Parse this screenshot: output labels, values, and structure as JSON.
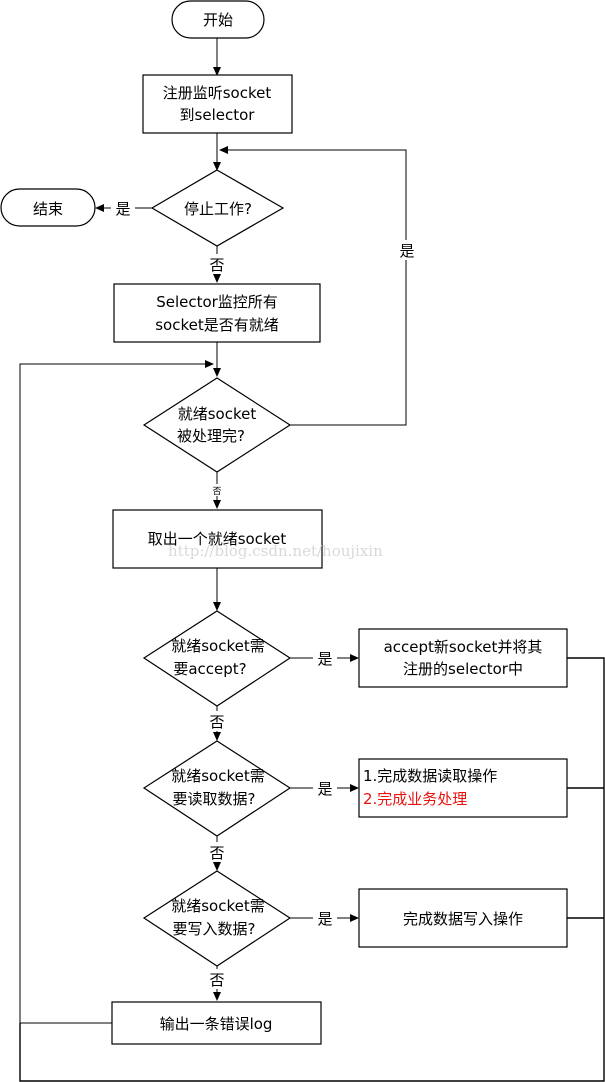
{
  "nodes": {
    "start": "开始",
    "register": [
      "注册监听socket",
      "到selector"
    ],
    "end": "结束",
    "stop_check": "停止工作?",
    "monitor": [
      "Selector监控所有",
      "socket是否有就绪"
    ],
    "processed_check": [
      "就绪socket",
      "被处理完?"
    ],
    "take_one": "取出一个就绪socket",
    "accept_check": [
      "就绪socket需",
      "要accept?"
    ],
    "accept_action": [
      "accept新socket并将其",
      "注册的selector中"
    ],
    "read_check": [
      "就绪socket需",
      "要读取数据?"
    ],
    "read_action_1": "1.完成数据读取操作",
    "read_action_2": "2.完成业务处理",
    "write_check": [
      "就绪socket需",
      "要写入数据?"
    ],
    "write_action": "完成数据写入操作",
    "log_error": "输出一条错误log"
  },
  "labels": {
    "yes": "是",
    "no": "否"
  },
  "watermark": "http://blog.csdn.net/houjixin",
  "colors": {
    "highlight": "#e8120c"
  }
}
